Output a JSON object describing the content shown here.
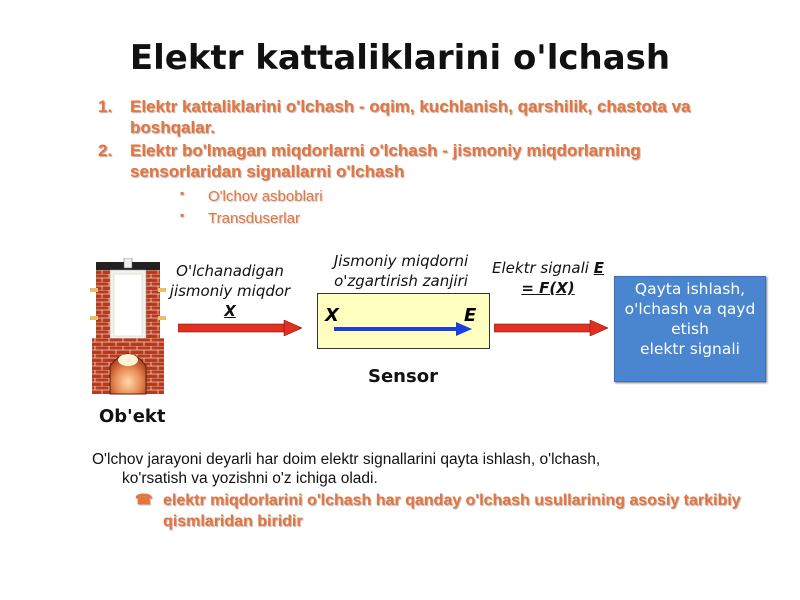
{
  "title": "Elektr kattaliklarini o'lchash",
  "numbered_items": [
    {
      "num": "1.",
      "text": "Elektr kattaliklarini o'lchash - oqim, kuchlanish, qarshilik, chastota va boshqalar."
    },
    {
      "num": "2.",
      "text": "Elektr bo'lmagan miqdorlarni o'lchash - jismoniy miqdorlarning sensorlaridan signallarni o'lchash"
    }
  ],
  "sub_items": [
    "O'lchov asboblari",
    "Transduserlar"
  ],
  "diagram": {
    "object_label": "Ob'ekt",
    "measured_label_line1": "O'lchanadigan",
    "measured_label_line2": "jismoniy miqdor",
    "measured_symbol": "X",
    "converter_label_line1": "Jismoniy miqdorni",
    "converter_label_line2": "o'zgartirish zanjiri",
    "box_x": "X",
    "box_e": "E",
    "sensor_label": "Sensor",
    "signal_label_line1": "Elektr signali",
    "signal_symbol": "E",
    "signal_formula": "= F(X)",
    "processing_text_line1": "Qayta ishlash,",
    "processing_text_line2": "o'lchash va qayd",
    "processing_text_line3": "etish",
    "processing_text_line4": "elektr signali",
    "colors": {
      "arrow": "#e03020",
      "blue_arrow": "#1a3ee0",
      "sensor_box": "#ffffc0",
      "processing_box": "#4a86d0"
    }
  },
  "paragraph_line1": "O'lchov jarayoni deyarli har doim elektr signallarini qayta ishlash, o'lchash,",
  "paragraph_line2": "ko'rsatish va yozishni o'z ichiga oladi.",
  "sub_bullet": "elektr miqdorlarini o'lchash har qanday o'lchash usullarining asosiy tarkibiy qismlaridan biridir",
  "accent_color": "#e8733b"
}
